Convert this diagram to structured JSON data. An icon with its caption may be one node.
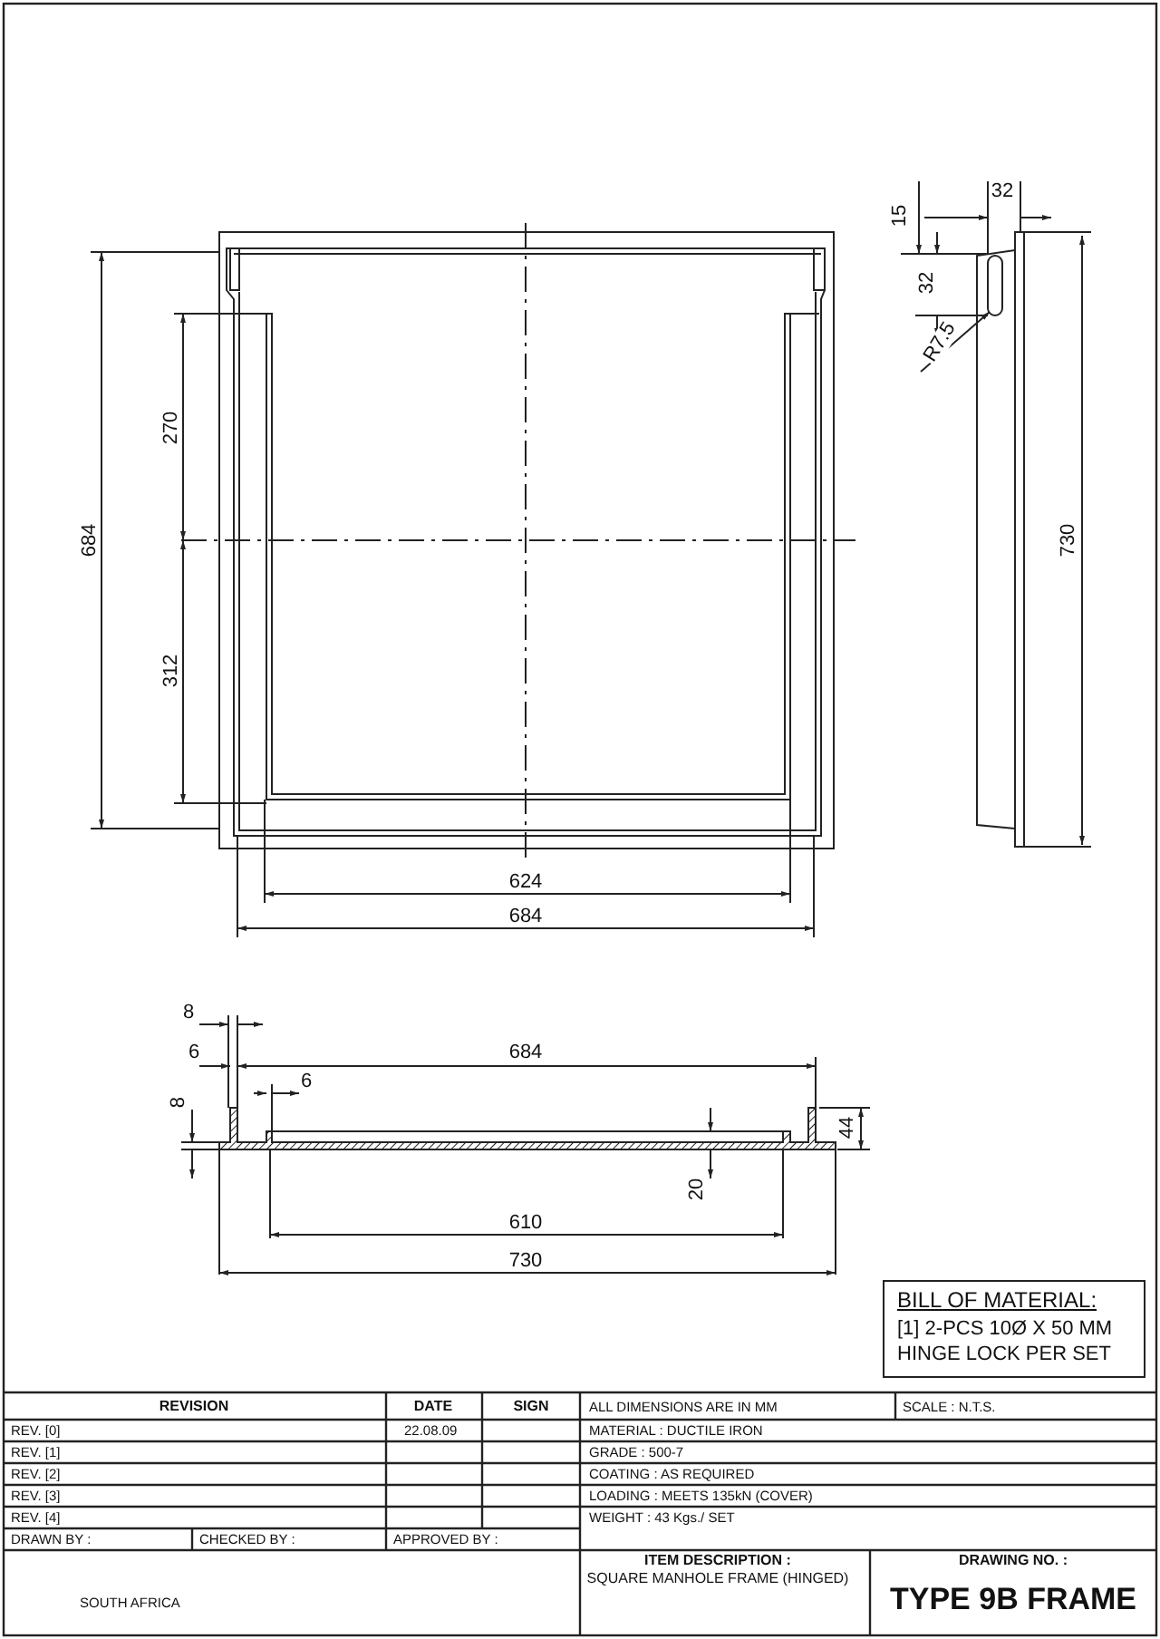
{
  "diagram": {
    "labels": [
      "32",
      "15",
      "32",
      "R7.5",
      "270",
      "684",
      "312",
      "730",
      "624",
      "684",
      "8",
      "6",
      "684",
      "6",
      "8",
      "44",
      "20",
      "610",
      "730",
      "BILL OF MATERIAL:",
      "[1] 2-PCS 10Ø X 50 MM HINGE LOCK PER SET",
      "REVISION",
      "DATE",
      "SIGN",
      "ALL DIMENSIONS ARE IN MM",
      "SCALE : N.T.S.",
      "REV. [0]",
      "22.08.09",
      "MATERIAL : DUCTILE IRON",
      "REV. [1]",
      "GRADE : 500-7",
      "REV. [2]",
      "COATING : AS REQUIRED",
      "REV. [3]",
      "LOADING : MEETS 135kN (COVER)",
      "REV. [4]",
      "WEIGHT : 43 Kgs./ SET",
      "DRAWN BY :",
      "CHECKED BY :",
      "APPROVED BY :",
      "SOUTH AFRICA",
      "ITEM DESCRIPTION :",
      "SQUARE MANHOLE FRAME (HINGED)",
      "DRAWING NO. :",
      "TYPE 9B FRAME"
    ]
  }
}
